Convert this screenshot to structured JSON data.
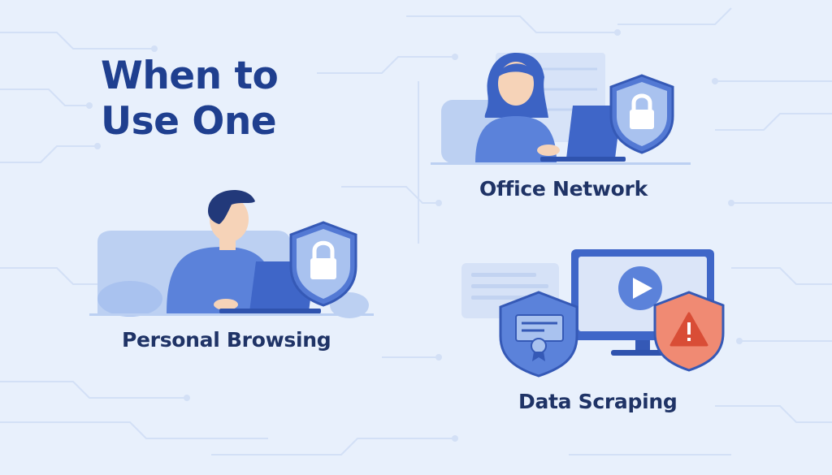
{
  "title": {
    "line1": "When to",
    "line2": "Use One"
  },
  "scenarios": [
    {
      "label": "Office Network",
      "icon": "lock-shield-icon"
    },
    {
      "label": "Personal Browsing",
      "icon": "lock-shield-icon"
    },
    {
      "label": "Data Scraping",
      "icon": "warning-shield-icon"
    }
  ],
  "colors": {
    "background": "#e8f0fc",
    "title": "#1f3f8f",
    "caption": "#1f3366",
    "primary_blue": "#4a74d2",
    "light_blue": "#a9c2ef",
    "warning": "#f08a73"
  }
}
